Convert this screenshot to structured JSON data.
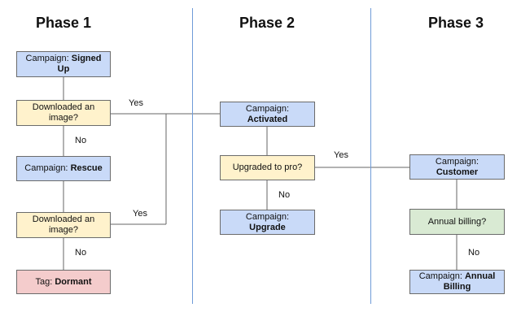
{
  "phases": [
    "Phase 1",
    "Phase 2",
    "Phase 3"
  ],
  "nodes": {
    "signed_up": {
      "prefix": "Campaign: ",
      "bold": "Signed Up"
    },
    "downloaded_1": {
      "text": "Downloaded an image?"
    },
    "rescue": {
      "prefix": "Campaign: ",
      "bold": "Rescue"
    },
    "downloaded_2": {
      "text": "Downloaded an image?"
    },
    "dormant": {
      "prefix": "Tag: ",
      "bold": "Dormant"
    },
    "activated": {
      "prefix": "Campaign: ",
      "bold": "Activated"
    },
    "upgraded_pro": {
      "text": "Upgraded to pro?"
    },
    "upgrade": {
      "prefix": "Campaign: ",
      "bold": "Upgrade"
    },
    "customer": {
      "prefix": "Campaign: ",
      "bold": "Customer"
    },
    "annual_q": {
      "text": "Annual billing?"
    },
    "annual_billing": {
      "prefix": "Campaign: ",
      "bold": "Annual Billing"
    }
  },
  "edge_labels": {
    "yes_1": "Yes",
    "no_1": "No",
    "yes_2": "Yes",
    "no_2": "No",
    "yes_3": "Yes",
    "no_3": "No",
    "no_4": "No"
  },
  "colors": {
    "campaign": "#c9daf8",
    "decision": "#fff2cc",
    "billing_decision": "#d9ead3",
    "tag": "#f4cccc",
    "divider": "#6f9bd8"
  }
}
